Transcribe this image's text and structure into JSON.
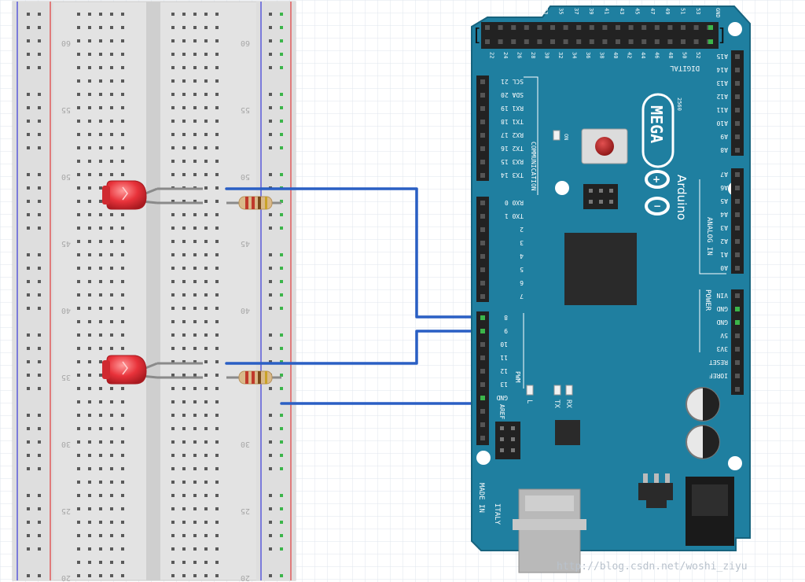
{
  "breadboard": {
    "row_numbers": [
      "60",
      "55",
      "50",
      "45",
      "40",
      "35",
      "30",
      "25",
      "20"
    ]
  },
  "board": {
    "name": "MEGA",
    "model": "2560",
    "brand": "Arduino",
    "made_in_line1": "MADE IN",
    "made_in_line2": "ITALY",
    "on_label": "ON",
    "digital_label": "DIGITAL",
    "communication_label": "COMMUNICATION",
    "pwm_label": "PWM",
    "analog_label": "ANALOG IN",
    "power_label": "POWER",
    "aref_label": "AREF",
    "l_label": "L",
    "tx_label": "TX",
    "rx_label": "RX",
    "gnd_label_top": "GND",
    "header_top_row": [
      "53",
      "51",
      "49",
      "47",
      "45",
      "43",
      "41",
      "39",
      "37",
      "35",
      "33"
    ],
    "header_bottom_row": [
      "52",
      "50",
      "48",
      "46",
      "44",
      "42",
      "40",
      "38",
      "36",
      "34",
      "32",
      "30",
      "28",
      "26",
      "24",
      "22"
    ],
    "comm_pins": [
      "SCL 21",
      "SDA 20",
      "RX1 19",
      "TX1 18",
      "RX2 17",
      "TX2 16",
      "RX3 15",
      "TX3 14"
    ],
    "pwm_pins_upper": [
      "RX0 0",
      "TX0 1",
      "2",
      "3",
      "4",
      "5",
      "6",
      "7"
    ],
    "pwm_pins_lower": [
      "8",
      "9",
      "10",
      "11",
      "12",
      "13",
      "GND"
    ],
    "analog_pins_upper": [
      "A15",
      "A14",
      "A13",
      "A12",
      "A11",
      "A10",
      "A9",
      "A8"
    ],
    "analog_pins_lower": [
      "A7",
      "A6",
      "A5",
      "A4",
      "A3",
      "A2",
      "A1",
      "A0"
    ],
    "power_pins": [
      "VIN",
      "GND",
      "GND",
      "5V",
      "3V3",
      "RESET",
      "IOREF"
    ]
  },
  "colors": {
    "board": "#1f7fa0",
    "wire": "#2a5fc4",
    "led": "#e8323a",
    "breadboard": "#e3e3e3",
    "rail_red": "#e05a5a",
    "rail_blue": "#5a5ad8",
    "grid": "#dfe6ee"
  },
  "watermark": "http://blog.csdn.net/woshi_ziyu"
}
